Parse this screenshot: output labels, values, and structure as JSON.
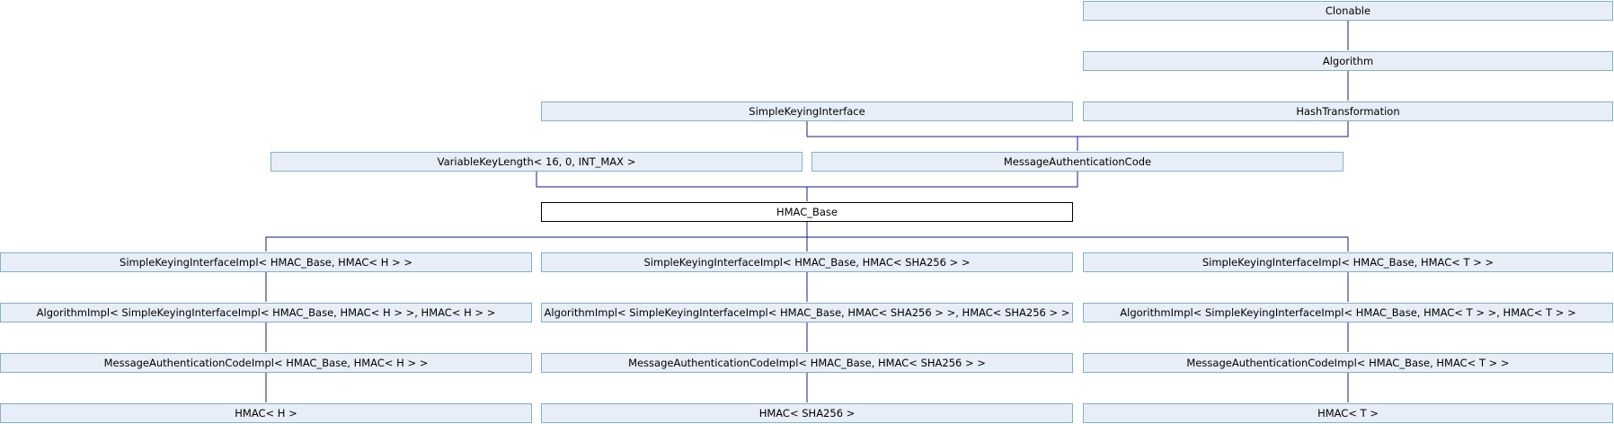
{
  "diagram": {
    "nodes": {
      "clonable": "Clonable",
      "algorithm": "Algorithm",
      "simple_keying_interface": "SimpleKeyingInterface",
      "hash_transformation": "HashTransformation",
      "variable_key_length": "VariableKeyLength< 16, 0, INT_MAX >",
      "message_authentication_code": "MessageAuthenticationCode",
      "hmac_base": "HMAC_Base",
      "ski_impl_h": "SimpleKeyingInterfaceImpl< HMAC_Base, HMAC< H > >",
      "ski_impl_sha256": "SimpleKeyingInterfaceImpl< HMAC_Base, HMAC< SHA256 > >",
      "ski_impl_t": "SimpleKeyingInterfaceImpl< HMAC_Base, HMAC< T > >",
      "alg_impl_h": "AlgorithmImpl< SimpleKeyingInterfaceImpl< HMAC_Base, HMAC< H > >, HMAC< H > >",
      "alg_impl_sha256": "AlgorithmImpl< SimpleKeyingInterfaceImpl< HMAC_Base, HMAC< SHA256 > >, HMAC< SHA256 > >",
      "alg_impl_t": "AlgorithmImpl< SimpleKeyingInterfaceImpl< HMAC_Base, HMAC< T > >, HMAC< T > >",
      "mac_impl_h": "MessageAuthenticationCodeImpl< HMAC_Base, HMAC< H > >",
      "mac_impl_sha256": "MessageAuthenticationCodeImpl< HMAC_Base, HMAC< SHA256 > >",
      "mac_impl_t": "MessageAuthenticationCodeImpl< HMAC_Base, HMAC< T > >",
      "hmac_h": "HMAC< H >",
      "hmac_sha256": "HMAC< SHA256 >",
      "hmac_t": "HMAC< T >"
    },
    "colors": {
      "node_fill": "#e8eef7",
      "node_border": "#84b0c7",
      "current_border": "#000000",
      "edge": "#1a1a8c"
    }
  }
}
